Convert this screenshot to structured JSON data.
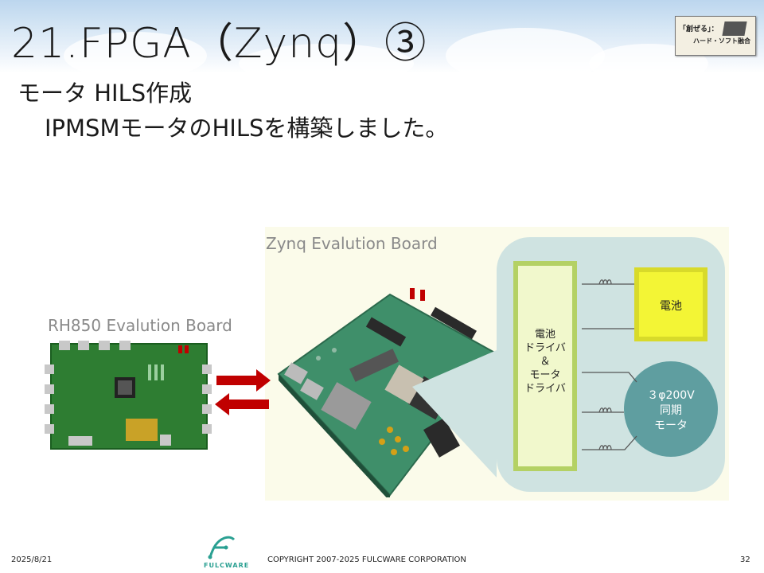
{
  "slide": {
    "title": "21.FPGA（Zynq）③",
    "subtitle1": "モータ HILS作成",
    "subtitle2": "IPMSMモータのHILSを構築しました。"
  },
  "logo": {
    "line1": "「創ぜる」：",
    "line2": "ハード・ソフト融合"
  },
  "boards": {
    "zynq_label": "Zynq Evalution Board",
    "rh850_label": "RH850 Evalution Board"
  },
  "diagram": {
    "driver_label": "電池\nドライバ\n＆\nモータ\nドライバ",
    "battery_label": "電池",
    "motor_label": "３φ200V\n同期\nモータ",
    "colors": {
      "driver_fill": "#f1f8cc",
      "driver_border": "#b4d164",
      "battery_fill": "#f3f535",
      "motor_fill": "#5f9ea0",
      "panel": "#cfe3e1",
      "arrow": "#c00000"
    }
  },
  "footer": {
    "date": "2025/8/21",
    "copyright": "COPYRIGHT 2007-2025 FULCWARE CORPORATION",
    "page": "32",
    "brand": "FULCWARE"
  }
}
